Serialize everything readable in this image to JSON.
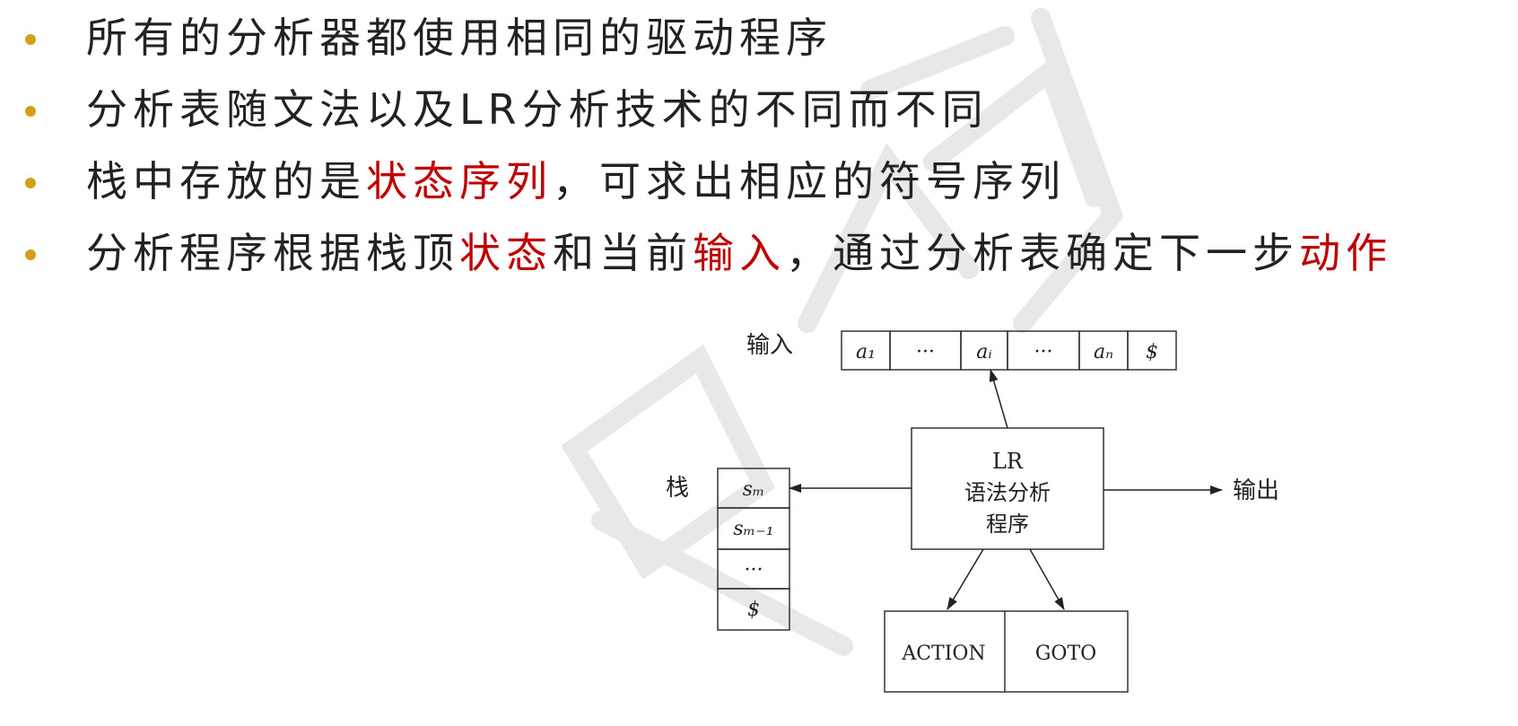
{
  "bullets": [
    {
      "parts": [
        {
          "text": "所有的分析器都使用相同的驱动程序",
          "highlight": false
        }
      ]
    },
    {
      "parts": [
        {
          "text": "分析表随文法以及LR分析技术的不同而不同",
          "highlight": false
        }
      ]
    },
    {
      "parts": [
        {
          "text": "栈中存放的是",
          "highlight": false
        },
        {
          "text": "状态序列",
          "highlight": true
        },
        {
          "text": "，可求出相应的符号序列",
          "highlight": false
        }
      ]
    },
    {
      "parts": [
        {
          "text": "分析程序根据栈顶",
          "highlight": false
        },
        {
          "text": "状态",
          "highlight": true
        },
        {
          "text": "和当前",
          "highlight": false
        },
        {
          "text": "输入",
          "highlight": true
        },
        {
          "text": "，通过分析表确定下一步",
          "highlight": false
        },
        {
          "text": "动作",
          "highlight": true
        }
      ]
    }
  ],
  "diagram": {
    "input_label": "输入",
    "input_cells": [
      "a₁",
      "···",
      "aᵢ",
      "···",
      "aₙ",
      "$"
    ],
    "stack_label": "栈",
    "stack_cells": [
      "sₘ",
      "sₘ₋₁",
      "···",
      "$"
    ],
    "program_lines": [
      "LR",
      "语法分析",
      "程序"
    ],
    "output_label": "输出",
    "table_cells": [
      "ACTION",
      "GOTO"
    ]
  },
  "colors": {
    "bullet_dot": "#d4a017",
    "highlight": "#c00000",
    "text": "#222222",
    "line": "#333333"
  }
}
